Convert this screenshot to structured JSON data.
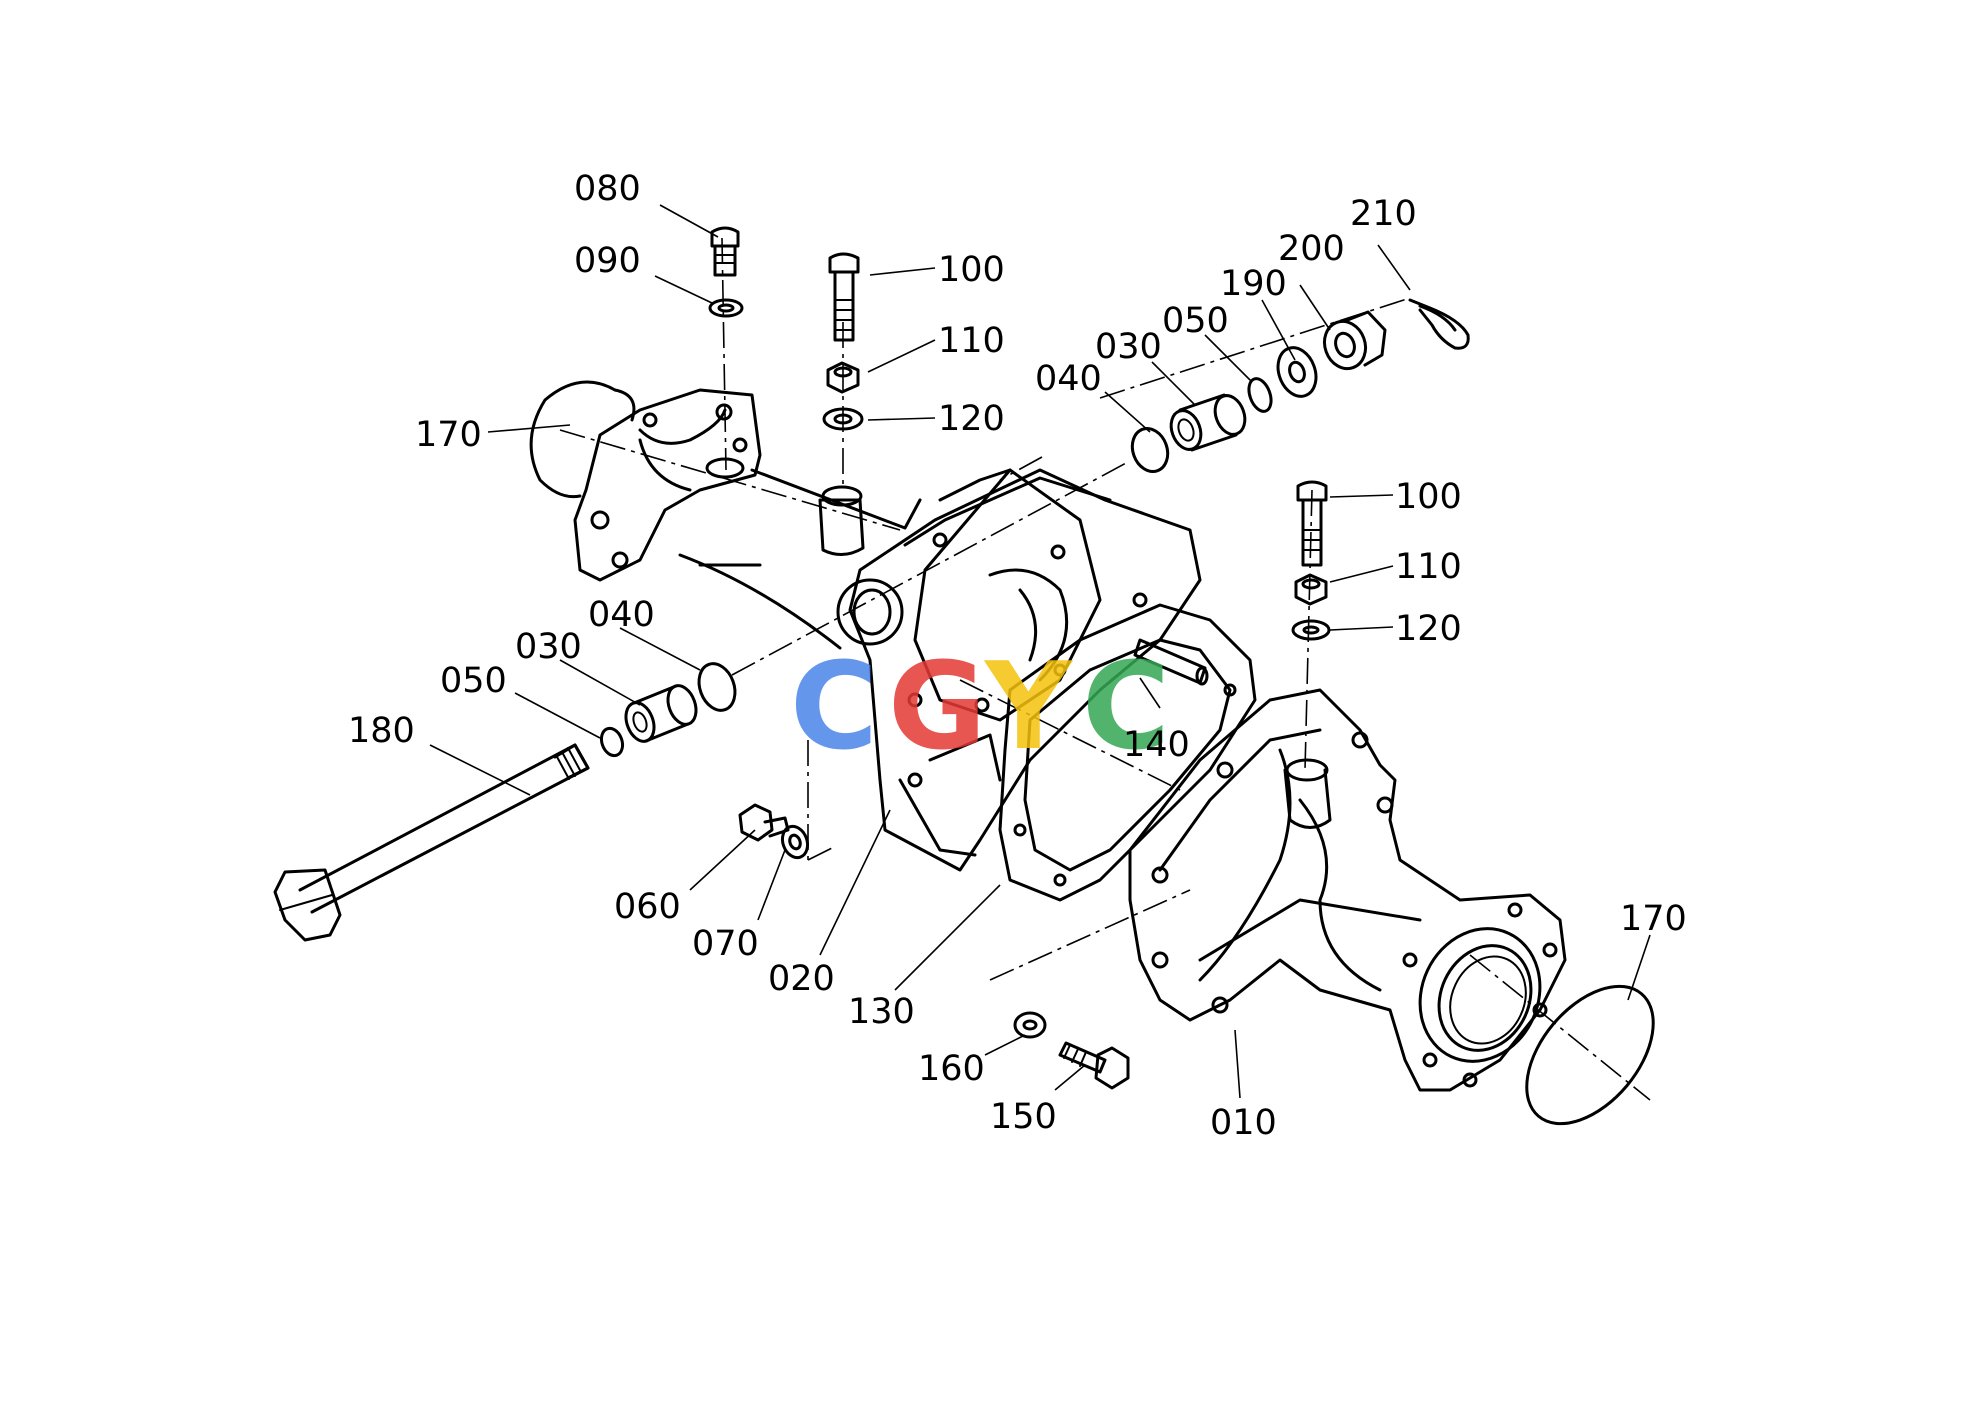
{
  "labels": {
    "p080": "080",
    "p090": "090",
    "p100_a": "100",
    "p110_a": "110",
    "p120_a": "120",
    "p170_a": "170",
    "p040_a": "040",
    "p030_a": "030",
    "p050_a": "050",
    "p190": "190",
    "p200": "200",
    "p210": "210",
    "p100_b": "100",
    "p110_b": "110",
    "p120_b": "120",
    "p040_b": "040",
    "p030_b": "030",
    "p050_b": "050",
    "p180": "180",
    "p140": "140",
    "p060": "060",
    "p070": "070",
    "p020": "020",
    "p130": "130",
    "p160": "160",
    "p150": "150",
    "p010": "010",
    "p170_b": "170"
  },
  "watermark": {
    "letters": [
      "C",
      "G",
      "Y",
      "C"
    ],
    "colors": [
      "#4a86e8",
      "#e53935",
      "#f4c20d",
      "#34a853"
    ]
  }
}
